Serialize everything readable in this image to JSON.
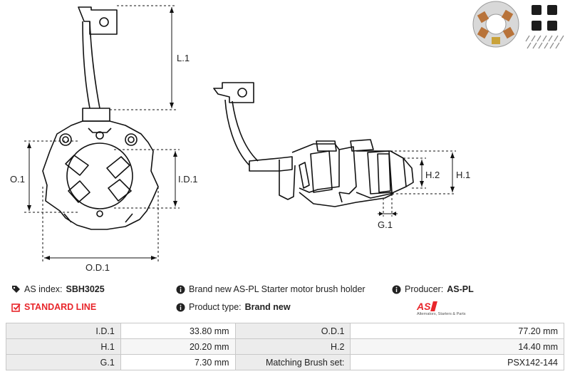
{
  "drawing": {
    "labels": {
      "l1": "L.1",
      "o1": "O.1",
      "id1": "I.D.1",
      "od1": "O.D.1",
      "h1": "H.1",
      "h2": "H.2",
      "g1": "G.1"
    }
  },
  "info": {
    "as_index_label": "AS index:",
    "as_index_value": "SBH3025",
    "standard_line": "STANDARD LINE",
    "description": "Brand new AS-PL Starter motor brush holder",
    "product_type_label": "Product type:",
    "product_type_value": "Brand new",
    "producer_label": "Producer:",
    "producer_value": "AS-PL"
  },
  "logo": {
    "mark": "AS",
    "tagline": "Alternators, Starters & Parts",
    "color": "#e8262b"
  },
  "specs": {
    "rows": [
      {
        "l1": "I.D.1",
        "v1": "33.80 mm",
        "l2": "O.D.1",
        "v2": "77.20 mm"
      },
      {
        "l1": "H.1",
        "v1": "20.20 mm",
        "l2": "H.2",
        "v2": "14.40 mm"
      },
      {
        "l1": "G.1",
        "v1": "7.30 mm",
        "l2": "Matching Brush set:",
        "v2": "PSX142-144"
      }
    ]
  },
  "icons": {
    "tag": "tag-icon",
    "check": "check-square-icon",
    "info": "info-circle-icon"
  }
}
